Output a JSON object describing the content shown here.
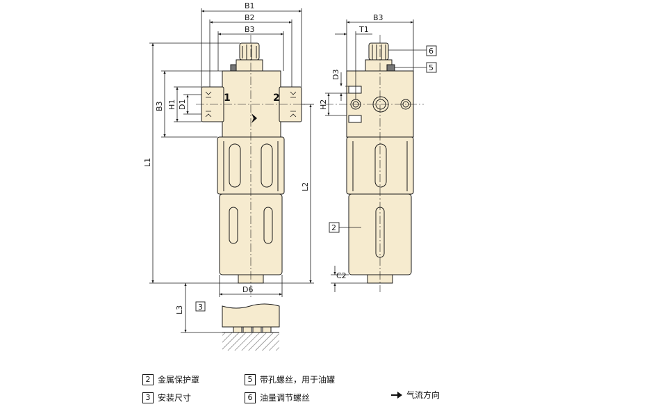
{
  "dimensions": {
    "B1": "B1",
    "B2": "B2",
    "B3": "B3",
    "B3_side": "B3",
    "B3_left": "B3",
    "T1": "T1",
    "D3": "D3",
    "H1": "H1",
    "D1": "D1",
    "H2": "H2",
    "L1": "L1",
    "L2": "L2",
    "L3": "L3",
    "C2": "C2",
    "D6": "D6"
  },
  "ports": {
    "inlet": "1",
    "outlet": "2"
  },
  "callouts": {
    "c2": "2",
    "c3": "3",
    "c5": "5",
    "c6": "6"
  },
  "legend": {
    "items": [
      {
        "number": "2",
        "label": "金属保护罩"
      },
      {
        "number": "3",
        "label": "安装尺寸"
      },
      {
        "number": "5",
        "label": "带孔螺丝，用于油罐"
      },
      {
        "number": "6",
        "label": "油量调节螺丝"
      }
    ],
    "flow_label": "气流方向",
    "flow_icon": "arrow-right-icon"
  },
  "colors": {
    "body": "#f6ebcf",
    "line": "#1a1a1a",
    "hatch": "#666666"
  }
}
